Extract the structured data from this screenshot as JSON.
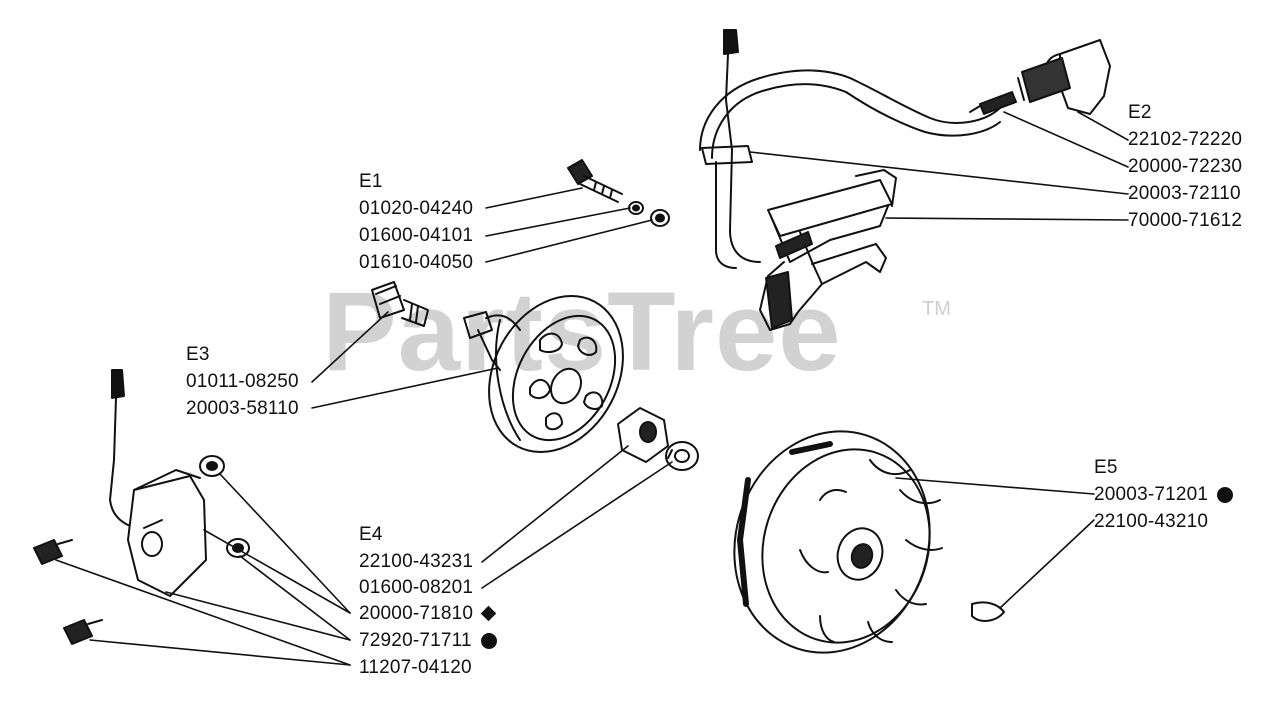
{
  "watermark": {
    "text": "PartsTree",
    "tm": "TM"
  },
  "colors": {
    "ink": "#111111",
    "watermark": "#d2d2d2"
  },
  "groups": {
    "e1": {
      "title": "E1",
      "parts": [
        "01020-04240",
        "01600-04101",
        "01610-04050"
      ]
    },
    "e2": {
      "title": "E2",
      "parts": [
        "22102-72220",
        "20000-72230",
        "20003-72110",
        "70000-71612"
      ]
    },
    "e3": {
      "title": "E3",
      "parts": [
        "01011-08250",
        "20003-58110"
      ]
    },
    "e4": {
      "title": "E4",
      "parts": [
        "22100-43231",
        "01600-08201",
        "20000-71810",
        "72920-71711",
        "11207-04120"
      ]
    },
    "e5": {
      "title": "E5",
      "parts": [
        "20003-71201",
        "22100-43210"
      ]
    }
  },
  "markers": {
    "e4_2": "diamond",
    "e4_3": "circle",
    "e5_0": "circle"
  }
}
